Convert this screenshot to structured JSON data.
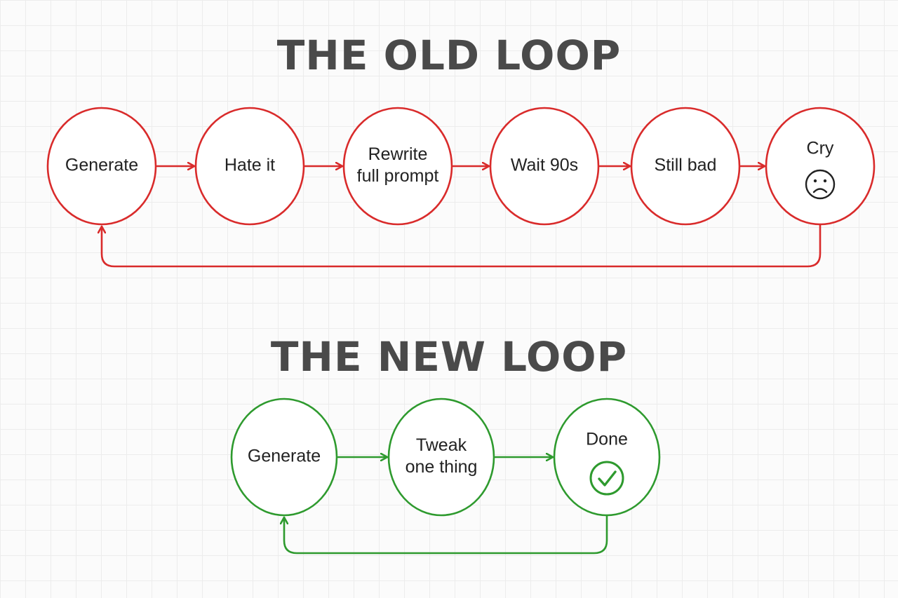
{
  "colors": {
    "old_loop": "#d92b2b",
    "new_loop": "#2e9a2e",
    "title_text": "#4a4a4a",
    "node_text": "#222222"
  },
  "old_loop": {
    "title": "THE OLD LOOP",
    "nodes": [
      {
        "lines": [
          "Generate"
        ]
      },
      {
        "lines": [
          "Hate it"
        ]
      },
      {
        "lines": [
          "Rewrite",
          "full prompt"
        ]
      },
      {
        "lines": [
          "Wait 90s"
        ]
      },
      {
        "lines": [
          "Still bad"
        ]
      },
      {
        "lines": [
          "Cry"
        ],
        "icon": "sad-face-icon"
      }
    ],
    "loops_back": true
  },
  "new_loop": {
    "title": "THE NEW LOOP",
    "nodes": [
      {
        "lines": [
          "Generate"
        ]
      },
      {
        "lines": [
          "Tweak",
          "one thing"
        ]
      },
      {
        "lines": [
          "Done"
        ],
        "icon": "checkmark-circle-icon"
      }
    ],
    "loops_back": true
  }
}
